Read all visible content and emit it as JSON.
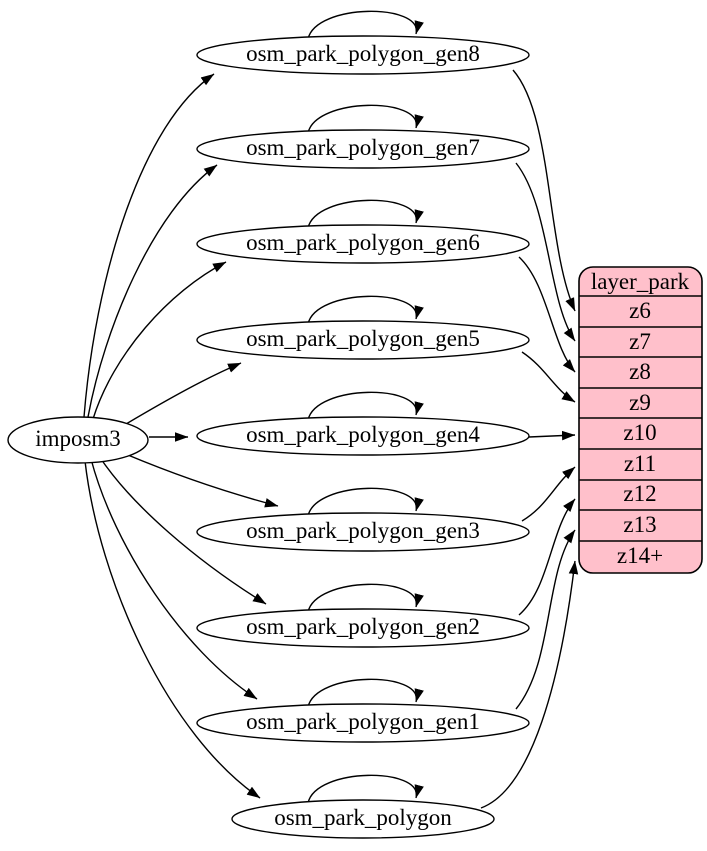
{
  "diagram": {
    "type": "dependency-graph",
    "imposm_node": {
      "label": "imposm3"
    },
    "table_nodes": [
      {
        "label": "osm_park_polygon_gen8",
        "target_row": "z6"
      },
      {
        "label": "osm_park_polygon_gen7",
        "target_row": "z7"
      },
      {
        "label": "osm_park_polygon_gen6",
        "target_row": "z8"
      },
      {
        "label": "osm_park_polygon_gen5",
        "target_row": "z9"
      },
      {
        "label": "osm_park_polygon_gen4",
        "target_row": "z10"
      },
      {
        "label": "osm_park_polygon_gen3",
        "target_row": "z11"
      },
      {
        "label": "osm_park_polygon_gen2",
        "target_row": "z12"
      },
      {
        "label": "osm_park_polygon_gen1",
        "target_row": "z13"
      },
      {
        "label": "osm_park_polygon",
        "target_row": "z14+"
      }
    ],
    "layer_node": {
      "title": "layer_park",
      "rows": [
        "z6",
        "z7",
        "z8",
        "z9",
        "z10",
        "z11",
        "z12",
        "z13",
        "z14+"
      ]
    },
    "colors": {
      "layer_fill": "#ffc0cb",
      "node_fill": "#ffffff",
      "stroke": "#000000",
      "text": "#000000",
      "background": "#ffffff"
    }
  }
}
